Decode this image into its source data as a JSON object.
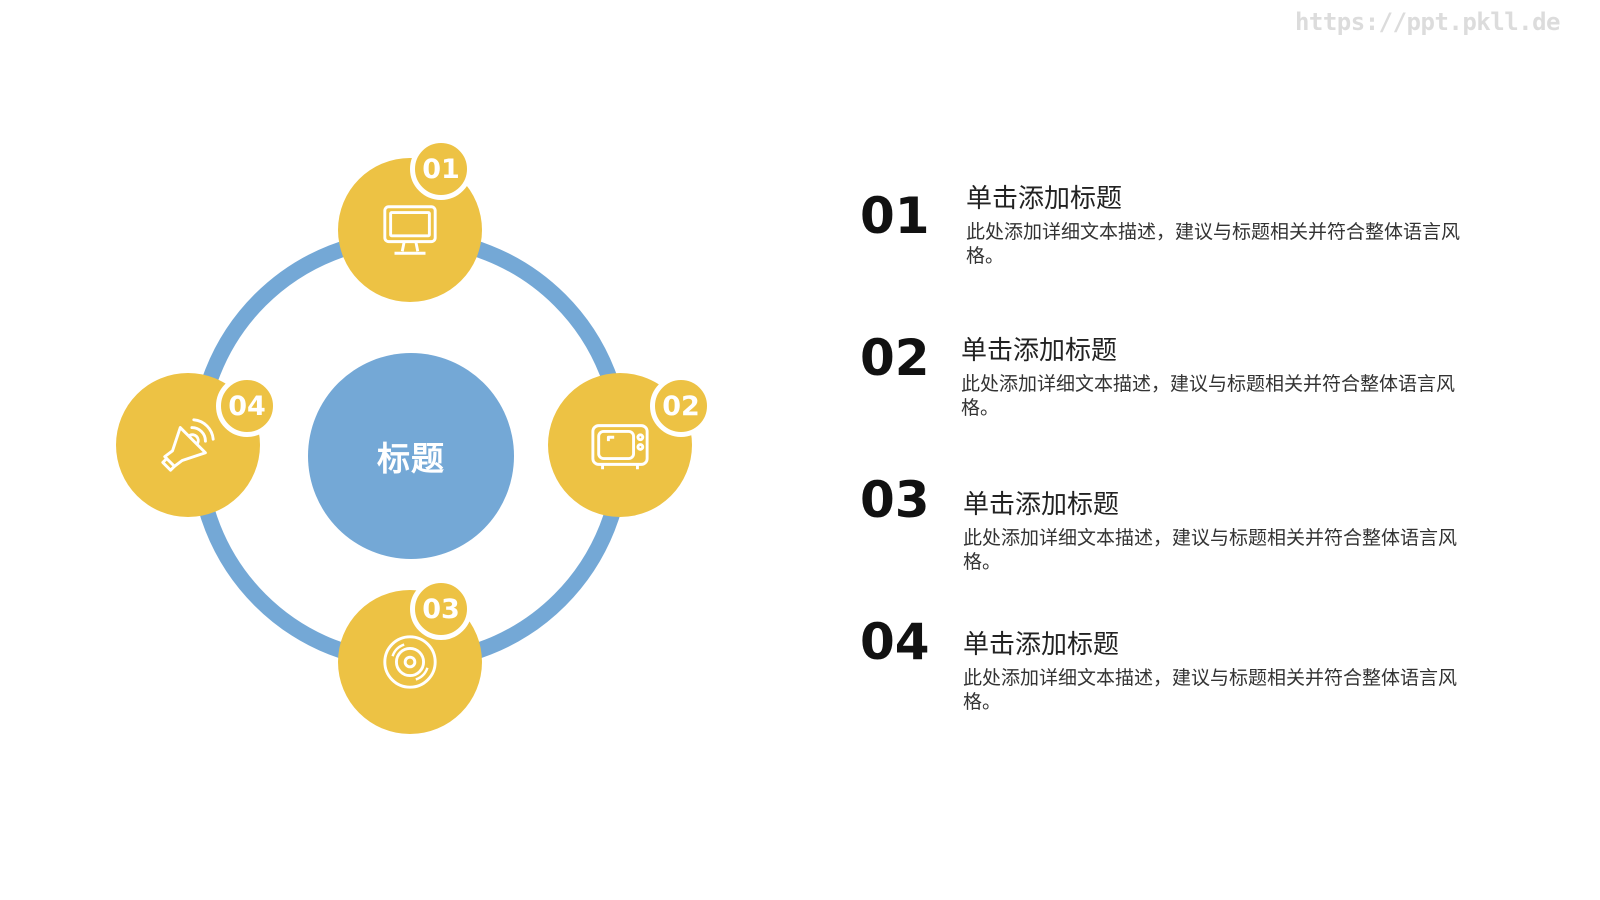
{
  "watermark": "https://ppt.pkll.de",
  "center": {
    "title": "标题"
  },
  "nodes": [
    {
      "number": "01",
      "icon": "monitor-icon"
    },
    {
      "number": "02",
      "icon": "tv-icon"
    },
    {
      "number": "03",
      "icon": "disc-icon"
    },
    {
      "number": "04",
      "icon": "speaker-icon"
    }
  ],
  "items": [
    {
      "number": "01",
      "title": "单击添加标题",
      "description": "此处添加详细文本描述，建议与标题相关并符合整体语言风格。"
    },
    {
      "number": "02",
      "title": "单击添加标题",
      "description": "此处添加详细文本描述，建议与标题相关并符合整体语言风格。"
    },
    {
      "number": "03",
      "title": "单击添加标题",
      "description": "此处添加详细文本描述，建议与标题相关并符合整体语言风格。"
    },
    {
      "number": "04",
      "title": "单击添加标题",
      "description": "此处添加详细文本描述，建议与标题相关并符合整体语言风格。"
    }
  ],
  "colors": {
    "accent_yellow": "#edc244",
    "accent_blue": "#74a8d6",
    "text": "#222222"
  }
}
